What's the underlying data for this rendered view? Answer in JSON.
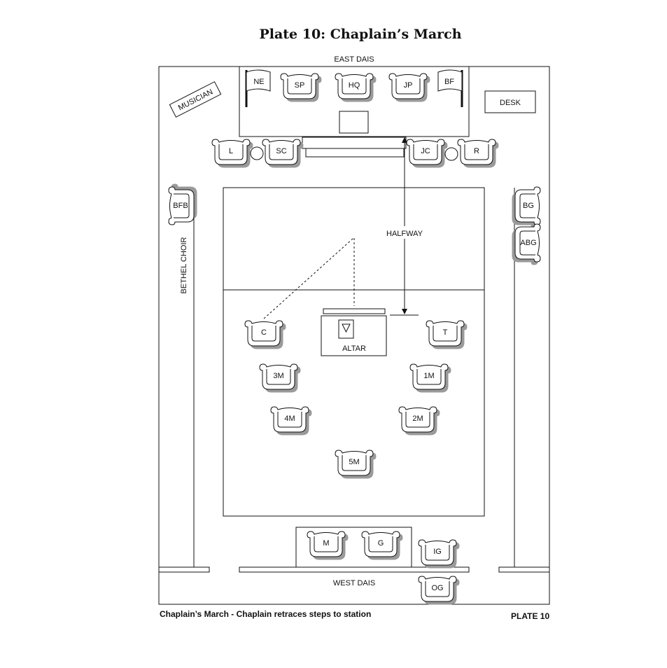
{
  "title": "Plate 10: Chaplain’s March",
  "caption": "Chaplain’s March - Chaplain retraces steps to station",
  "plate_label": "PLATE 10",
  "labels": {
    "east_dais": "EAST DAIS",
    "west_dais": "WEST DAIS",
    "musician": "MUSICIAN",
    "desk": "DESK",
    "halfway": "HALFWAY",
    "altar": "ALTAR",
    "bethel_choir": "BETHEL CHOIR"
  },
  "flags": [
    {
      "id": "ne",
      "label": "NE"
    },
    {
      "id": "bf",
      "label": "BF"
    }
  ],
  "chairs": [
    {
      "id": "sp",
      "label": "SP"
    },
    {
      "id": "hq",
      "label": "HQ"
    },
    {
      "id": "jp",
      "label": "JP"
    },
    {
      "id": "l",
      "label": "L"
    },
    {
      "id": "sc",
      "label": "SC"
    },
    {
      "id": "jc",
      "label": "JC"
    },
    {
      "id": "r",
      "label": "R"
    },
    {
      "id": "bfb",
      "label": "BFB"
    },
    {
      "id": "bg",
      "label": "BG"
    },
    {
      "id": "abg",
      "label": "ABG"
    },
    {
      "id": "c",
      "label": "C"
    },
    {
      "id": "t",
      "label": "T"
    },
    {
      "id": "3m",
      "label": "3M"
    },
    {
      "id": "1m",
      "label": "1M"
    },
    {
      "id": "4m",
      "label": "4M"
    },
    {
      "id": "2m",
      "label": "2M"
    },
    {
      "id": "5m",
      "label": "5M"
    },
    {
      "id": "m",
      "label": "M"
    },
    {
      "id": "g",
      "label": "G"
    },
    {
      "id": "ig",
      "label": "IG"
    },
    {
      "id": "og",
      "label": "OG"
    }
  ],
  "colors": {
    "line": "#111111",
    "shadow": "#9a9a9a",
    "fill": "#ffffff"
  }
}
